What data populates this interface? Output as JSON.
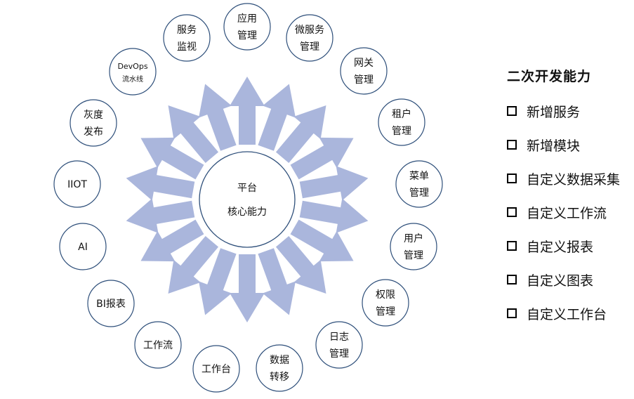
{
  "colors": {
    "arrow": "#aab6dc",
    "circle_stroke": "#2e4f7a",
    "text": "#111111"
  },
  "center": {
    "lines": [
      "平台",
      "核心能力"
    ]
  },
  "modules": [
    {
      "lines": [
        "应用",
        "管理"
      ]
    },
    {
      "lines": [
        "微服务",
        "管理"
      ]
    },
    {
      "lines": [
        "网关",
        "管理"
      ]
    },
    {
      "lines": [
        "租户",
        "管理"
      ]
    },
    {
      "lines": [
        "菜单",
        "管理"
      ]
    },
    {
      "lines": [
        "用户",
        "管理"
      ]
    },
    {
      "lines": [
        "权限",
        "管理"
      ]
    },
    {
      "lines": [
        "日志",
        "管理"
      ]
    },
    {
      "lines": [
        "数据",
        "转移"
      ]
    },
    {
      "lines": [
        "工作台"
      ]
    },
    {
      "lines": [
        "工作流"
      ]
    },
    {
      "lines": [
        "BI报表"
      ]
    },
    {
      "lines": [
        "AI"
      ]
    },
    {
      "lines": [
        "IIOT"
      ]
    },
    {
      "lines": [
        "灰度",
        "发布"
      ]
    },
    {
      "lines": [
        "DevOps",
        "流水线"
      ]
    },
    {
      "lines": [
        "服务",
        "监视"
      ]
    }
  ],
  "panel": {
    "title": "二次开发能力",
    "items": [
      "新增服务",
      "新增模块",
      "自定义数据采集",
      "自定义工作流",
      "自定义报表",
      "自定义图表",
      "自定义工作台"
    ]
  }
}
